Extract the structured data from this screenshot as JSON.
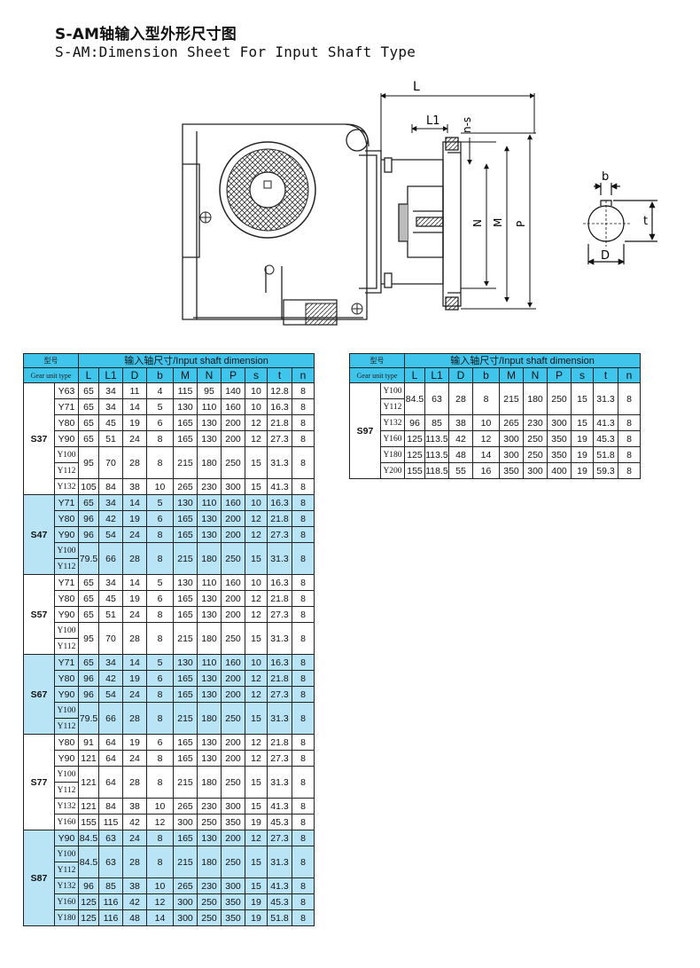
{
  "title_cn": "S-AM轴输入型外形尺寸图",
  "title_en": "S-AM:Dimension Sheet For Input Shaft Type",
  "drawing": {
    "labels": [
      "L",
      "L1",
      "n-s",
      "N",
      "M",
      "P",
      "b",
      "t",
      "D"
    ]
  },
  "table_left": {
    "header_type_cn": "型号",
    "header_type_en": "Gear unit type",
    "header_dim": "输入轴尺寸/Input shaft dimension",
    "columns": [
      "L",
      "L1",
      "D",
      "b",
      "M",
      "N",
      "P",
      "s",
      "t",
      "n"
    ],
    "groups": [
      {
        "name": "S37",
        "shade": "w",
        "rows": [
          {
            "m": [
              "Y63"
            ],
            "v": [
              "65",
              "34",
              "11",
              "4",
              "115",
              "95",
              "140",
              "10",
              "12.8",
              "8"
            ]
          },
          {
            "m": [
              "Y71"
            ],
            "v": [
              "65",
              "34",
              "14",
              "5",
              "130",
              "110",
              "160",
              "10",
              "16.3",
              "8"
            ]
          },
          {
            "m": [
              "Y80"
            ],
            "v": [
              "65",
              "45",
              "19",
              "6",
              "165",
              "130",
              "200",
              "12",
              "21.8",
              "8"
            ]
          },
          {
            "m": [
              "Y90"
            ],
            "v": [
              "65",
              "51",
              "24",
              "8",
              "165",
              "130",
              "200",
              "12",
              "27.3",
              "8"
            ]
          },
          {
            "m": [
              "Y100",
              "Y112"
            ],
            "v": [
              "95",
              "70",
              "28",
              "8",
              "215",
              "180",
              "250",
              "15",
              "31.3",
              "8"
            ]
          },
          {
            "m": [
              "Y132"
            ],
            "v": [
              "105",
              "84",
              "38",
              "10",
              "265",
              "230",
              "300",
              "15",
              "41.3",
              "8"
            ]
          }
        ]
      },
      {
        "name": "S47",
        "shade": "b",
        "rows": [
          {
            "m": [
              "Y71"
            ],
            "v": [
              "65",
              "34",
              "14",
              "5",
              "130",
              "110",
              "160",
              "10",
              "16.3",
              "8"
            ]
          },
          {
            "m": [
              "Y80"
            ],
            "v": [
              "96",
              "42",
              "19",
              "6",
              "165",
              "130",
              "200",
              "12",
              "21.8",
              "8"
            ]
          },
          {
            "m": [
              "Y90"
            ],
            "v": [
              "96",
              "54",
              "24",
              "8",
              "165",
              "130",
              "200",
              "12",
              "27.3",
              "8"
            ]
          },
          {
            "m": [
              "Y100",
              "Y112"
            ],
            "v": [
              "79.5",
              "66",
              "28",
              "8",
              "215",
              "180",
              "250",
              "15",
              "31.3",
              "8"
            ]
          }
        ]
      },
      {
        "name": "S57",
        "shade": "w",
        "rows": [
          {
            "m": [
              "Y71"
            ],
            "v": [
              "65",
              "34",
              "14",
              "5",
              "130",
              "110",
              "160",
              "10",
              "16.3",
              "8"
            ]
          },
          {
            "m": [
              "Y80"
            ],
            "v": [
              "65",
              "45",
              "19",
              "6",
              "165",
              "130",
              "200",
              "12",
              "21.8",
              "8"
            ]
          },
          {
            "m": [
              "Y90"
            ],
            "v": [
              "65",
              "51",
              "24",
              "8",
              "165",
              "130",
              "200",
              "12",
              "27.3",
              "8"
            ]
          },
          {
            "m": [
              "Y100",
              "Y112"
            ],
            "v": [
              "95",
              "70",
              "28",
              "8",
              "215",
              "180",
              "250",
              "15",
              "31.3",
              "8"
            ]
          }
        ]
      },
      {
        "name": "S67",
        "shade": "b",
        "rows": [
          {
            "m": [
              "Y71"
            ],
            "v": [
              "65",
              "34",
              "14",
              "5",
              "130",
              "110",
              "160",
              "10",
              "16.3",
              "8"
            ]
          },
          {
            "m": [
              "Y80"
            ],
            "v": [
              "96",
              "42",
              "19",
              "6",
              "165",
              "130",
              "200",
              "12",
              "21.8",
              "8"
            ]
          },
          {
            "m": [
              "Y90"
            ],
            "v": [
              "96",
              "54",
              "24",
              "8",
              "165",
              "130",
              "200",
              "12",
              "27.3",
              "8"
            ]
          },
          {
            "m": [
              "Y100",
              "Y112"
            ],
            "v": [
              "79.5",
              "66",
              "28",
              "8",
              "215",
              "180",
              "250",
              "15",
              "31.3",
              "8"
            ]
          }
        ]
      },
      {
        "name": "S77",
        "shade": "w",
        "rows": [
          {
            "m": [
              "Y80"
            ],
            "v": [
              "91",
              "64",
              "19",
              "6",
              "165",
              "130",
              "200",
              "12",
              "21.8",
              "8"
            ]
          },
          {
            "m": [
              "Y90"
            ],
            "v": [
              "121",
              "64",
              "24",
              "8",
              "165",
              "130",
              "200",
              "12",
              "27.3",
              "8"
            ]
          },
          {
            "m": [
              "Y100",
              "Y112"
            ],
            "v": [
              "121",
              "64",
              "28",
              "8",
              "215",
              "180",
              "250",
              "15",
              "31.3",
              "8"
            ]
          },
          {
            "m": [
              "Y132"
            ],
            "v": [
              "121",
              "84",
              "38",
              "10",
              "265",
              "230",
              "300",
              "15",
              "41.3",
              "8"
            ]
          },
          {
            "m": [
              "Y160"
            ],
            "v": [
              "155",
              "115",
              "42",
              "12",
              "300",
              "250",
              "350",
              "19",
              "45.3",
              "8"
            ]
          }
        ]
      },
      {
        "name": "S87",
        "shade": "b",
        "rows": [
          {
            "m": [
              "Y90"
            ],
            "v": [
              "84.5",
              "63",
              "24",
              "8",
              "165",
              "130",
              "200",
              "12",
              "27.3",
              "8"
            ]
          },
          {
            "m": [
              "Y100",
              "Y112"
            ],
            "v": [
              "84.5",
              "63",
              "28",
              "8",
              "215",
              "180",
              "250",
              "15",
              "31.3",
              "8"
            ]
          },
          {
            "m": [
              "Y132"
            ],
            "v": [
              "96",
              "85",
              "38",
              "10",
              "265",
              "230",
              "300",
              "15",
              "41.3",
              "8"
            ]
          },
          {
            "m": [
              "Y160"
            ],
            "v": [
              "125",
              "116",
              "42",
              "12",
              "300",
              "250",
              "350",
              "19",
              "45.3",
              "8"
            ]
          },
          {
            "m": [
              "Y180"
            ],
            "v": [
              "125",
              "116",
              "48",
              "14",
              "300",
              "250",
              "350",
              "19",
              "51.8",
              "8"
            ]
          }
        ]
      }
    ]
  },
  "table_right": {
    "header_type_cn": "型号",
    "header_type_en": "Gear unit type",
    "header_dim": "输入轴尺寸/Input shaft dimension",
    "columns": [
      "L",
      "L1",
      "D",
      "b",
      "M",
      "N",
      "P",
      "s",
      "t",
      "n"
    ],
    "groups": [
      {
        "name": "S97",
        "shade": "w",
        "rows": [
          {
            "m": [
              "Y100",
              "Y112"
            ],
            "v": [
              "84.5",
              "63",
              "28",
              "8",
              "215",
              "180",
              "250",
              "15",
              "31.3",
              "8"
            ]
          },
          {
            "m": [
              "Y132"
            ],
            "v": [
              "96",
              "85",
              "38",
              "10",
              "265",
              "230",
              "300",
              "15",
              "41.3",
              "8"
            ]
          },
          {
            "m": [
              "Y160"
            ],
            "v": [
              "125",
              "113.5",
              "42",
              "12",
              "300",
              "250",
              "350",
              "19",
              "45.3",
              "8"
            ]
          },
          {
            "m": [
              "Y180"
            ],
            "v": [
              "125",
              "113.5",
              "48",
              "14",
              "300",
              "250",
              "350",
              "19",
              "51.8",
              "8"
            ]
          },
          {
            "m": [
              "Y200"
            ],
            "v": [
              "155",
              "118.5",
              "55",
              "16",
              "350",
              "300",
              "400",
              "19",
              "59.3",
              "8"
            ]
          }
        ]
      }
    ]
  }
}
